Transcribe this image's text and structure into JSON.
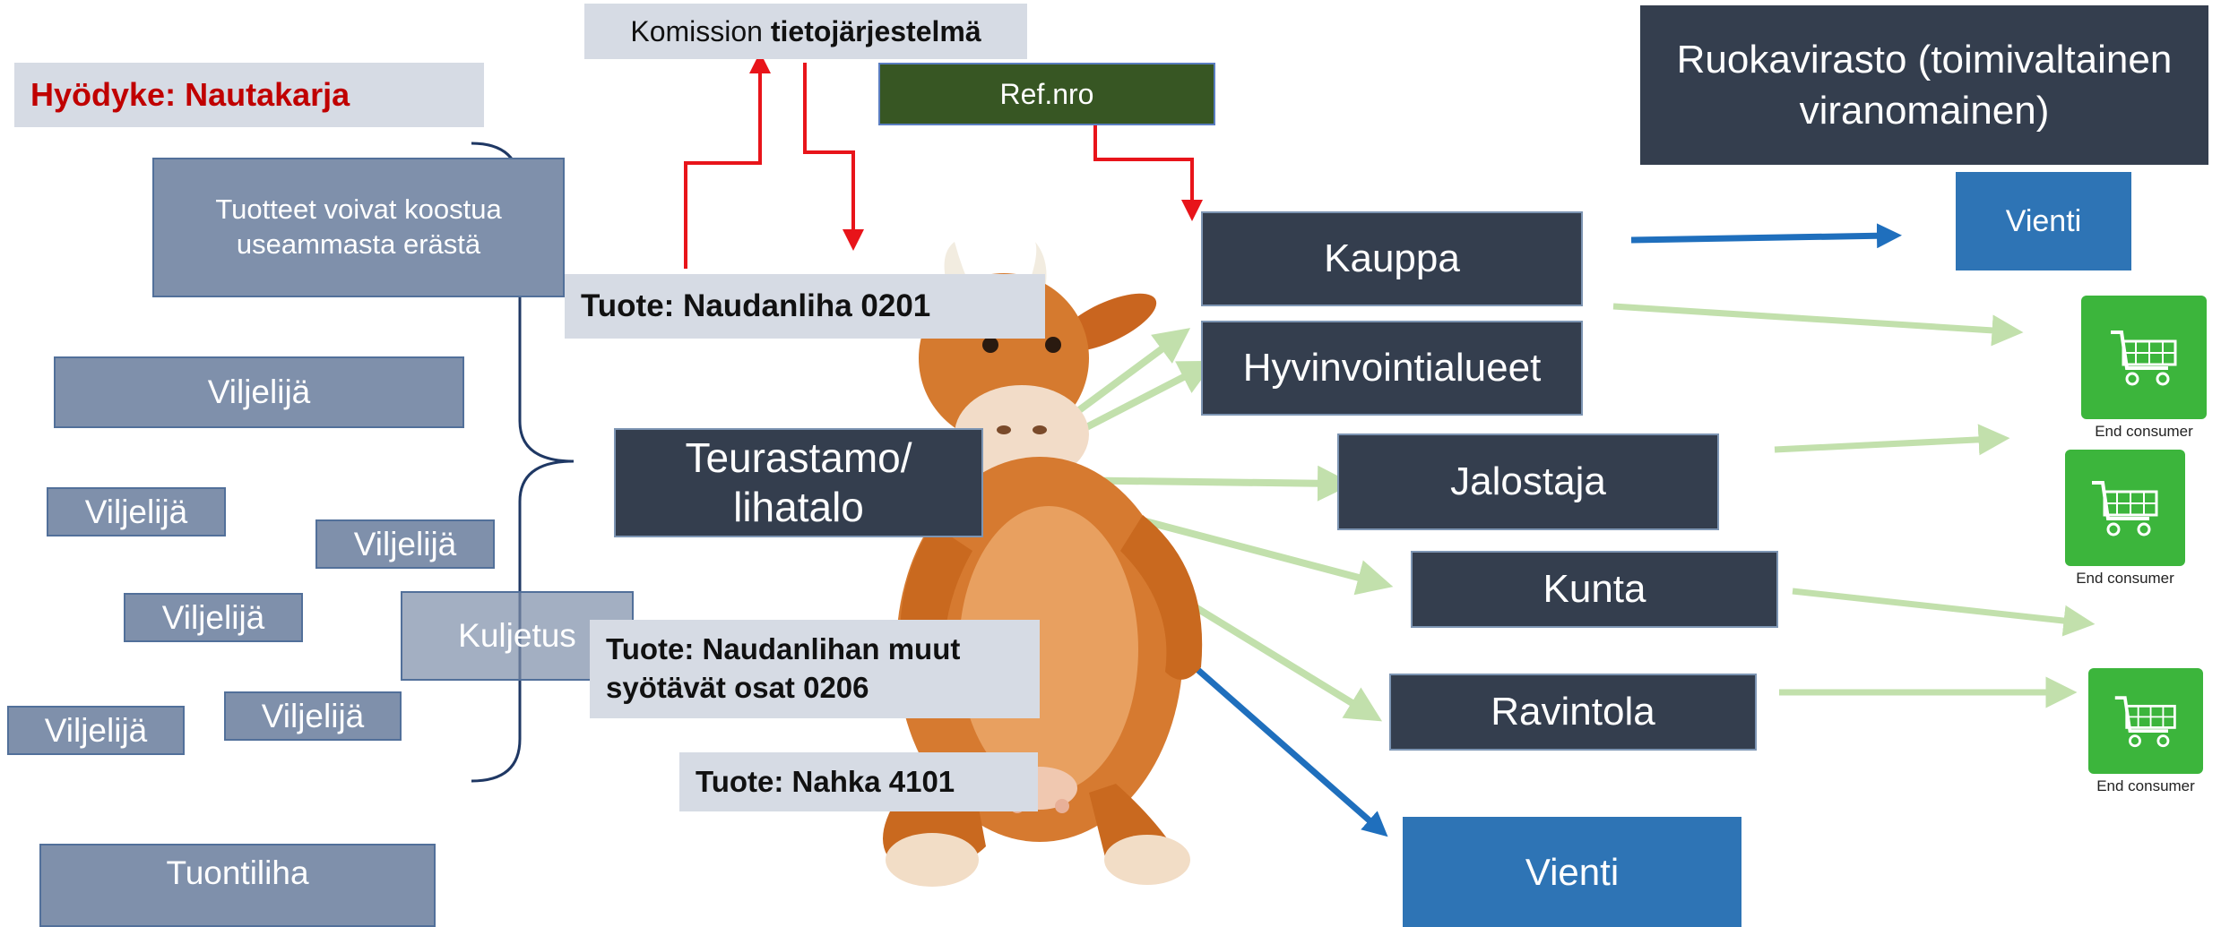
{
  "header": {
    "commodity_prefix": "Hyödyke:",
    "commodity_name": "Nautakarja",
    "commission_plain": "Komission",
    "commission_bold": "tietojärjestelmä",
    "ref_nro": "Ref.nro",
    "authority": "Ruokavirasto (toimivaltainen viranomainen)"
  },
  "left": {
    "lots_note": "Tuotteet voivat koostua useammasta erästä",
    "farmers": [
      "Viljelijä",
      "Viljelijä",
      "Viljelijä",
      "Viljelijä",
      "Viljelijä",
      "Viljelijä"
    ],
    "transport": "Kuljetus",
    "import_meat": "Tuontiliha"
  },
  "products": {
    "beef": "Tuote: Naudanliha 0201",
    "offal": "Tuote: Naudanlihan muut syötävät osat 0206",
    "hide": "Tuote: Nahka 4101"
  },
  "center": {
    "slaughterhouse": "Teurastamo/ lihatalo"
  },
  "destinations": {
    "trade": "Kauppa",
    "welfare_areas": "Hyvinvointialueet",
    "processor": "Jalostaja",
    "municipality": "Kunta",
    "restaurant": "Ravintola",
    "export_top": "Vienti",
    "export_bottom": "Vienti"
  },
  "consumers": [
    "End consumer",
    "End consumer",
    "End consumer"
  ],
  "colors": {
    "red_arrow": "#e8141a",
    "blue_arrow": "#1f6fbd",
    "green_arrow": "#c2e0ac",
    "bracket": "#1f3864",
    "commodity_red": "#c00000"
  }
}
